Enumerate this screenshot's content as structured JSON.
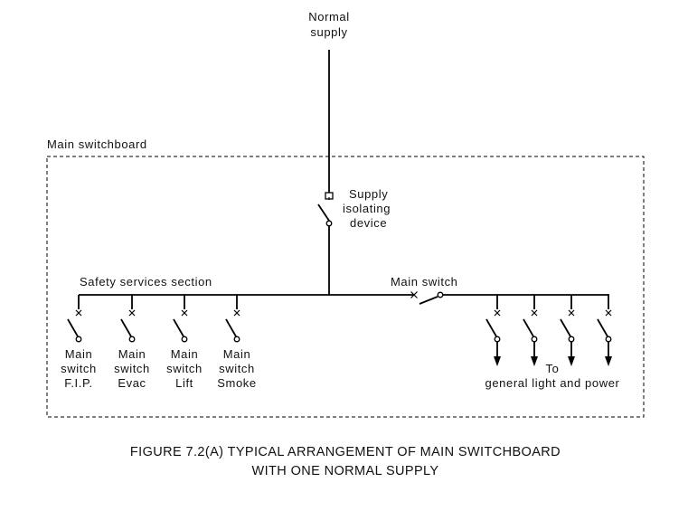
{
  "labels": {
    "normal_supply": [
      "Normal",
      "supply"
    ],
    "main_switchboard": "Main switchboard",
    "supply_isolating_device": [
      "Supply",
      "isolating",
      "device"
    ],
    "safety_services_section": "Safety services section",
    "main_switch": "Main switch",
    "to_general": [
      "To",
      "general light and power"
    ]
  },
  "safety_switches": [
    {
      "label": [
        "Main",
        "switch",
        "F.I.P."
      ]
    },
    {
      "label": [
        "Main",
        "switch",
        "Evac"
      ]
    },
    {
      "label": [
        "Main",
        "switch",
        "Lift"
      ]
    },
    {
      "label": [
        "Main",
        "switch",
        "Smoke"
      ]
    }
  ],
  "general_outgoing_count": 4,
  "caption": {
    "line1": "FIGURE  7.2(A)   TYPICAL ARRANGEMENT OF MAIN SWITCHBOARD",
    "line2": "WITH ONE NORMAL SUPPLY"
  }
}
